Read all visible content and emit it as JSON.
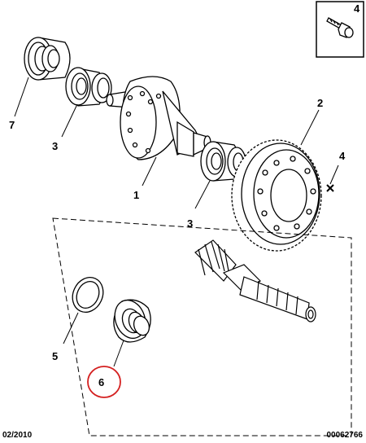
{
  "callouts": {
    "c1": "1",
    "c2": "2",
    "c3a": "3",
    "c3b": "3",
    "c4a": "4",
    "c4b": "4",
    "c5": "5",
    "c6": "6",
    "c7": "7"
  },
  "footer": {
    "date": "02/2010",
    "ref": "00062766"
  },
  "colors": {
    "line": "#000000",
    "highlight": "#d42020"
  }
}
